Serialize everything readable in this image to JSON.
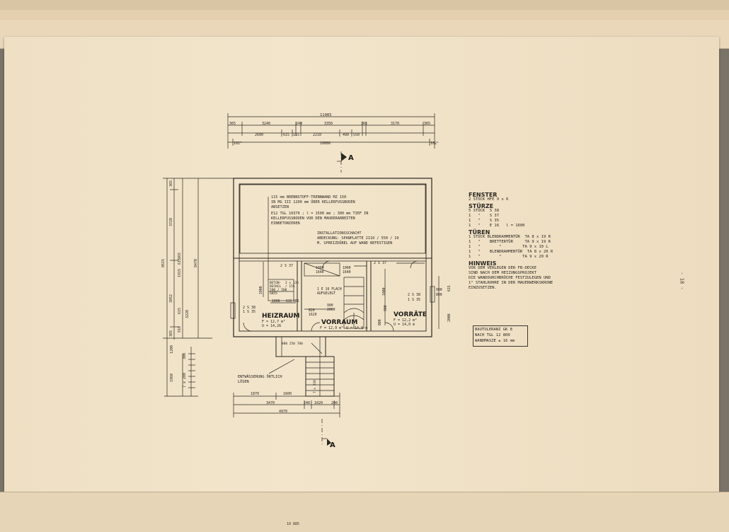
{
  "plan": {
    "top_dims": {
      "overall": "11085",
      "row1": [
        "365",
        "3240",
        "240",
        "3350",
        "365",
        "3170",
        "365"
      ],
      "row2": [
        "2600",
        "615",
        "115",
        "2210",
        "490",
        "550"
      ],
      "row3_left": "102⁵",
      "row3_mid": "10880",
      "row3_right": "102⁵"
    },
    "left_dims": {
      "outer": "8615",
      "inner": "8470",
      "seg_a": "365",
      "seg_b": "3728",
      "seg_c": "3852",
      "seg_d": "365",
      "sub": [
        "1915",
        "615",
        "365",
        "615",
        "3220",
        "910",
        "300",
        "1200",
        "1960",
        "7 x 280"
      ]
    },
    "section_top": "A",
    "section_bottom": "A",
    "note_wall": [
      "115 mm BRENNSTOFF-TRENNWAND MZ 150",
      "IN MG III 1200 mm ÜBER KELLERFUSSBODEN",
      "ABSETZEN"
    ],
    "note_tgl": [
      "E12 TGL 10370 ; l = 1500 mm ; 300 mm TIEF IN",
      "KELLERFUSSBODEN VOR DEN MAURERARBEITEN",
      "EINBETONIEREN"
    ],
    "note_shaft": [
      "INSTALLATIONSSCHACHT",
      "ABDECKUNG: SPANPLATTE 2110 / 550 / 19",
      "M. SPREIZDÜBEL AUF WAND BEFESTIGEN"
    ],
    "rooms": {
      "heizraum": {
        "name": "HEIZRAUM",
        "area": "F = 12,7 m²",
        "perimeter": "U = 14,26"
      },
      "vorraum": {
        "name": "VORRAUM",
        "area": "F = 12,9 m²",
        "perimeter": "U = 14,9 m"
      },
      "vorraete": {
        "name": "VORRÄTE",
        "area": "F = 12,2 m²",
        "perimeter": "U = 14,0 m"
      }
    },
    "labels": {
      "beton": [
        "BETON-",
        "DECKEL",
        "500 / 500",
        "GK55"
      ],
      "beton_sz": [
        "2 x 135",
        "/ 155"
      ],
      "flach": [
        "1 E 16 FLACH",
        "AUFGELEGT"
      ],
      "s37a": "2 S 37",
      "s37b": "2 S 37",
      "s38a": "2 S 38",
      "s35a": "1 S 35",
      "s38b": "2 S 38",
      "s35b": "1 S 35",
      "d1000a": "1000",
      "d1640a": "1640",
      "d1000b": "1000",
      "d1640b": "1640",
      "d900a": "900",
      "d2000a": "2000",
      "d820": "820",
      "d1620": "1620",
      "d1000c": "1000",
      "d615a": "615",
      "d365a": "365",
      "d1000d": "1000",
      "d880": "880",
      "d900b": "900",
      "d1000e": "1000",
      "d900c": "900",
      "d800": "800",
      "d615b": "615",
      "d2000b": "2000",
      "stair_note": "880 250 780",
      "stair_r": "7 x 210"
    },
    "drain_note": [
      "ENTWÄSSERUNG ÖRTLICH",
      "LÖSEN"
    ],
    "bottom_dims": {
      "row1": [
        "1870",
        "1600"
      ],
      "row2": [
        "3470",
        "240",
        "1020",
        "240"
      ],
      "overall": "4970"
    }
  },
  "notes": {
    "fenster_title": "FENSTER",
    "fenster": [
      "2 STÜCK HFE 9 x 6"
    ],
    "stuerze_title": "STÜRZE",
    "stuerze": [
      "5 STÜCK  S 38",
      "1   \"    S 37",
      "1   \"    S 35",
      "1   \"    E 16   l = 1600"
    ],
    "tueren_title": "TÜREN",
    "tueren": [
      "1 STÜCK BLENDRAHMENTÜR  TA 8 x 19 R",
      "1   \"    BRETTERTÜR     TA 9 x 19 R",
      "1   \"        \"         TA 9 x 19 L",
      "1   \"    BLENDRAHMENTÜR  TA 8 x 20 R",
      "1   \"        \"         TA 9 x 20 R"
    ],
    "hinweis_title": "HINWEIS",
    "hinweis": [
      "VOR DEM VERLEGEN DER FB-DECKE",
      "SIND NACH DEM HEIZUNGSPROJEKT",
      "DIE WANDDURCHBRÜCHE FESTZULEGEN UND",
      "1\" STAHLROHRE IN DER MAUERWERKSKRONE",
      "EINZUSETZEN."
    ]
  },
  "stamp": [
    "BAUTOLERANZ GK 8",
    "NACH TGL 12 800",
    "WANDMASZE ± 16 mm"
  ],
  "page_number": "- 18 -",
  "lower_dim": "10 885"
}
